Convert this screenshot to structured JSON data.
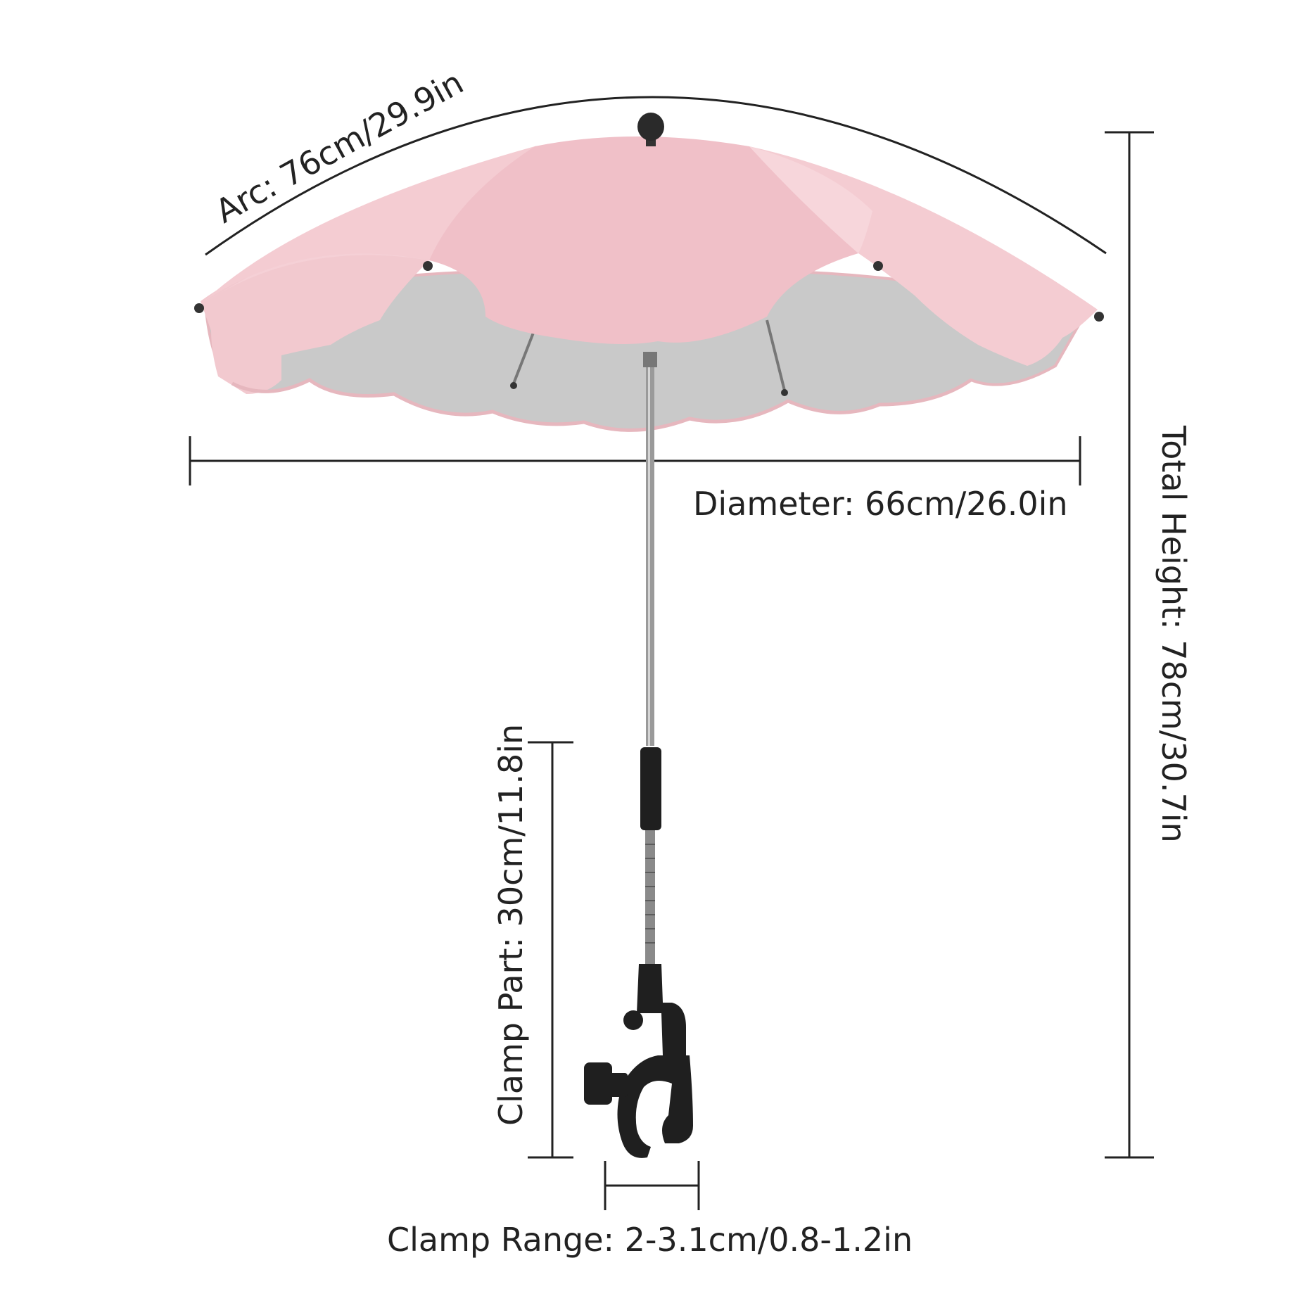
{
  "labels": {
    "arc": "Arc: 76cm/29.9in",
    "diameter": "Diameter: 66cm/26.0in",
    "total_height": "Total Height: 78cm/30.7in",
    "clamp_part": "Clamp Part: 30cm/11.8in",
    "clamp_range": "Clamp Range: 2-3.1cm/0.8-1.2in"
  },
  "colors": {
    "canopy": "#f2c9cf",
    "canopy_shade": "#e8b3bb",
    "underside": "#c9c9c9",
    "pole": "#9a9a9a",
    "clamp": "#1f1f1f",
    "dimension_line": "#222222"
  }
}
